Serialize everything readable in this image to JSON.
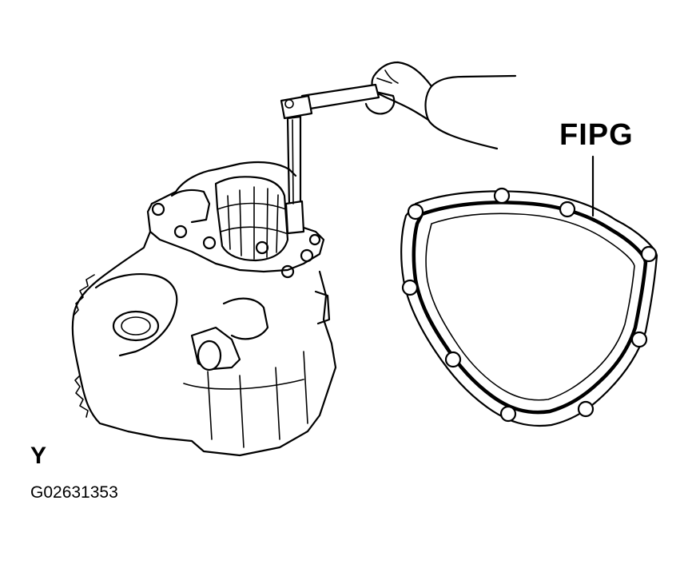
{
  "diagram": {
    "callout_label": "FIPG",
    "view_marker": "Y",
    "figure_code": "G02631353"
  },
  "colors": {
    "ink": "#000000",
    "background": "#ffffff"
  },
  "icons": {
    "transaxle_case": "transaxle-housing-illustration",
    "wrench": "socket-wrench-illustration",
    "hand": "hand-illustration",
    "gasket": "fipg-gasket-outline"
  }
}
